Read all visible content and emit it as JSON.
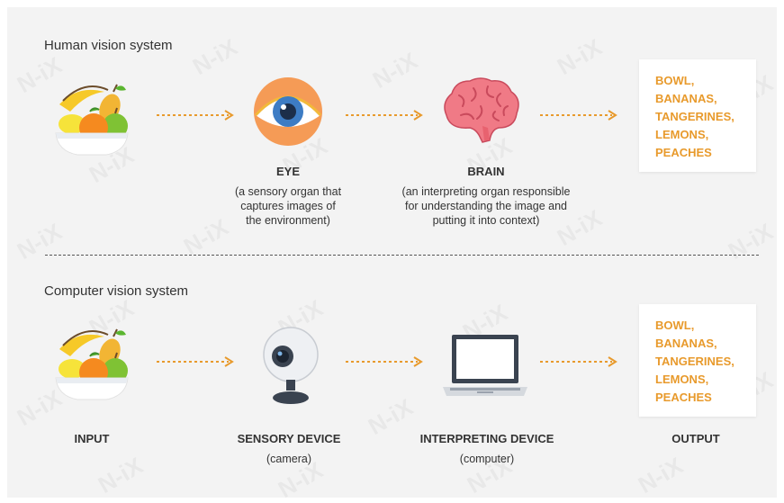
{
  "human": {
    "title": "Human vision system",
    "eye": {
      "title": "EYE",
      "desc": [
        "(a sensory organ that",
        "captures images of",
        "the environment)"
      ]
    },
    "brain": {
      "title": "BRAIN",
      "desc": [
        "(an interpreting organ responsible",
        "for understanding the image and",
        "putting it into context)"
      ]
    },
    "output": [
      "BOWL,",
      "BANANAS,",
      "TANGERINES,",
      "LEMONS,",
      "PEACHES"
    ]
  },
  "computer": {
    "title": "Computer vision system",
    "input": {
      "title": "INPUT"
    },
    "sensor": {
      "title": "SENSORY DEVICE",
      "desc": [
        "(camera)"
      ]
    },
    "interpreter": {
      "title": "INTERPRETING DEVICE",
      "desc": [
        "(computer)"
      ]
    },
    "output_label": {
      "title": "OUTPUT"
    },
    "output": [
      "BOWL,",
      "BANANAS,",
      "TANGERINES,",
      "LEMONS,",
      "PEACHES"
    ]
  },
  "watermark_text": "N-iX",
  "colors": {
    "accent": "#e89a2c",
    "background": "#f3f3f3",
    "text": "#333333"
  },
  "icons": {
    "fruit_bowl": "fruit-bowl-icon",
    "eye": "eye-icon",
    "brain": "brain-icon",
    "camera": "webcam-icon",
    "laptop": "laptop-icon",
    "arrow": "dotted-arrow-icon"
  }
}
